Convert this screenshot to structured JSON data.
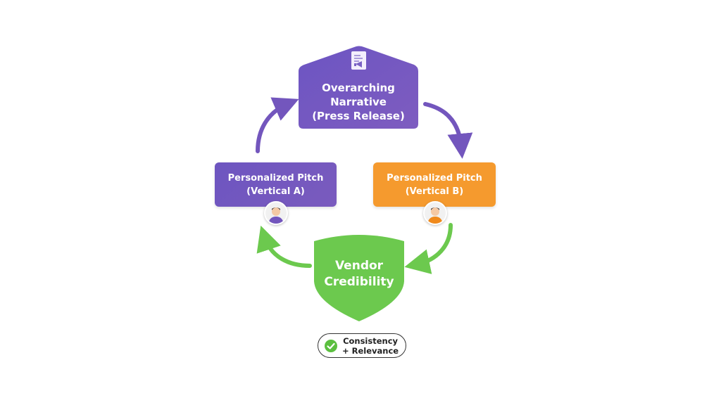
{
  "diagram": {
    "top_node": {
      "lines": [
        "Overarching",
        "Narrative",
        "(Press Release)"
      ],
      "icon": "press-release-document-icon",
      "color": "#7358c0"
    },
    "left_node": {
      "lines": [
        "Personalized Pitch",
        "(Vertical A)"
      ],
      "color": "#7356bd",
      "avatar": "person-avatar-icon",
      "avatar_shirt_color": "#7356bd"
    },
    "right_node": {
      "lines": [
        "Personalized Pitch",
        "(Vertical B)"
      ],
      "color": "#f59a2e",
      "avatar": "person-avatar-icon",
      "avatar_shirt_color": "#f08a1c"
    },
    "center_node": {
      "lines": [
        "Vendor",
        "Credibility"
      ],
      "shape": "shield",
      "color": "#6cc94e"
    },
    "badge": {
      "icon": "check-circle-icon",
      "icon_color": "#5bbf3f",
      "lines": [
        "Consistency",
        "+ Relevance"
      ]
    },
    "arrows": [
      {
        "from": "left_node",
        "to": "top_node",
        "color": "#7356bd"
      },
      {
        "from": "top_node",
        "to": "right_node",
        "color": "#7356bd"
      },
      {
        "from": "right_node",
        "to": "center_node",
        "color": "#6cc94e"
      },
      {
        "from": "center_node",
        "to": "left_node",
        "color": "#6cc94e"
      }
    ]
  }
}
